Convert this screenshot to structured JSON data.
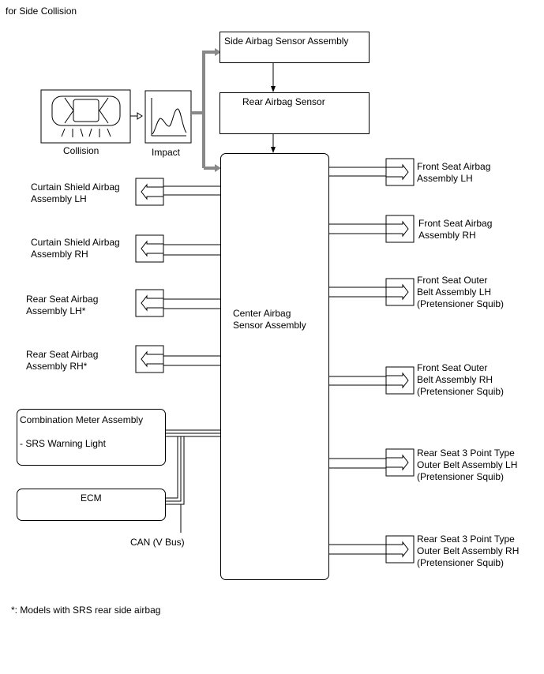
{
  "header": {
    "title": "for Side Collision"
  },
  "sensors": {
    "side_airbag_sensor": "Side Airbag Sensor Assembly",
    "rear_airbag_sensor": "Rear Airbag Sensor"
  },
  "collision_label": "Collision",
  "impact_label": "Impact",
  "center": {
    "label": "Center Airbag\nSensor Assembly"
  },
  "left_squibs": [
    "Curtain Shield Airbag\nAssembly LH",
    "Curtain Shield Airbag\nAssembly RH",
    "Rear Seat Airbag\nAssembly LH*",
    "Rear Seat Airbag\nAssembly RH*"
  ],
  "right_squibs": [
    "Front Seat Airbag\nAssembly LH",
    "Front Seat Airbag\nAssembly RH",
    "Front Seat Outer\nBelt Assembly LH\n(Pretensioner Squib)",
    "Front Seat Outer\nBelt Assembly RH\n(Pretensioner Squib)",
    "Rear Seat 3 Point Type\nOuter Belt Assembly LH\n(Pretensioner Squib)",
    "Rear Seat 3 Point Type\nOuter Belt Assembly RH\n(Pretensioner Squib)"
  ],
  "combination_meter": {
    "title": "Combination Meter Assembly",
    "item": "- SRS Warning Light"
  },
  "ecm": {
    "label": "ECM"
  },
  "can_bus": {
    "label": "CAN (V Bus)"
  },
  "footnote": "*: Models with SRS rear side airbag"
}
